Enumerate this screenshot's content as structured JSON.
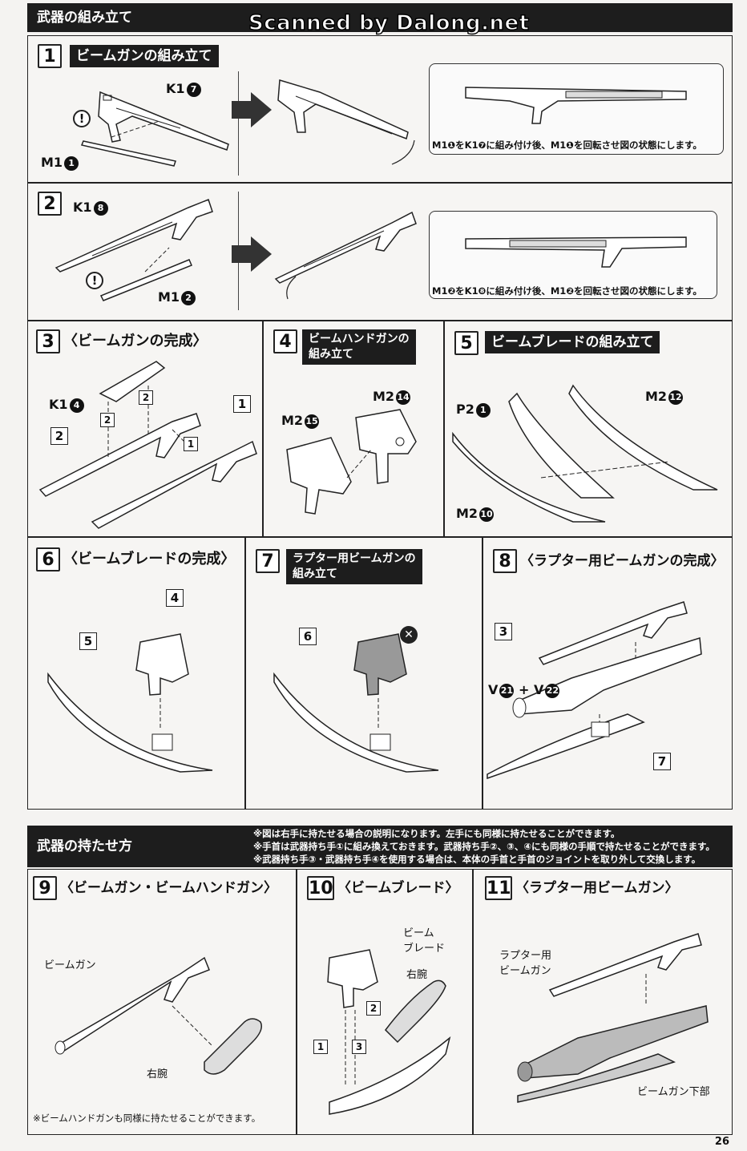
{
  "header_assembly": "武器の組み立て",
  "watermark": "Scanned by Dalong.net",
  "step1": {
    "num": "1",
    "title": "ビームガンの組み立て",
    "label_a": "K1",
    "label_a_num": "7",
    "label_b": "M1",
    "label_b_num": "1",
    "caption": "M1❶をK1❼に組み付け後、M1❶を回転させ図の状態にします。"
  },
  "step2": {
    "num": "2",
    "label_a": "K1",
    "label_a_num": "8",
    "label_b": "M1",
    "label_b_num": "2",
    "caption": "M1❷をK1❽に組み付け後、M1❷を回転させ図の状態にします。"
  },
  "step3": {
    "num": "3",
    "title": "〈ビームガンの完成〉",
    "label_a": "K1",
    "label_a_num": "4",
    "ref1": "1",
    "ref2": "2",
    "order1": "1",
    "order2": "2",
    "order2b": "2"
  },
  "step4": {
    "num": "4",
    "title_line1": "ビームハンドガンの",
    "title_line2": "組み立て",
    "label_a": "M2",
    "label_a_num": "14",
    "label_b": "M2",
    "label_b_num": "15"
  },
  "step5": {
    "num": "5",
    "title": "ビームブレードの組み立て",
    "label_a": "P2",
    "label_a_num": "1",
    "label_b": "M2",
    "label_b_num": "12",
    "label_c": "M2",
    "label_c_num": "10"
  },
  "step6": {
    "num": "6",
    "title": "〈ビームブレードの完成〉",
    "ref_a": "4",
    "ref_b": "5"
  },
  "step7": {
    "num": "7",
    "title_line1": "ラプター用ビームガンの",
    "title_line2": "組み立て",
    "ref_a": "6",
    "x_icon": "✕"
  },
  "step8": {
    "num": "8",
    "title": "〈ラプター用ビームガンの完成〉",
    "ref_a": "3",
    "ref_b": "7",
    "label_v": "V",
    "label_v1": "21",
    "label_plus": "+",
    "label_v2": "22"
  },
  "header_holding": "武器の持たせ方",
  "notes": [
    "※図は右手に持たせる場合の説明になります。左手にも同様に持たせることができます。",
    "※手首は武器持ち手①に組み換えておきます。武器持ち手②、③、④にも同様の手順で持たせることができます。",
    "※武器持ち手③・武器持ち手④を使用する場合は、本体の手首と手首のジョイントを取り外して交換します。"
  ],
  "step9": {
    "num": "9",
    "title": "〈ビームガン・ビームハンドガン〉",
    "label_gun": "ビームガン",
    "label_arm": "右腕",
    "footnote": "※ビームハンドガンも同様に持たせることができます。"
  },
  "step10": {
    "num": "10",
    "title": "〈ビームブレード〉",
    "label_blade_1": "ビーム",
    "label_blade_2": "ブレード",
    "label_arm": "右腕",
    "o1": "1",
    "o2": "2",
    "o3": "3"
  },
  "step11": {
    "num": "11",
    "title": "〈ラプター用ビームガン〉",
    "label_gun_1": "ラプター用",
    "label_gun_2": "ビームガン",
    "label_lower": "ビームガン下部"
  },
  "page_number": "26"
}
